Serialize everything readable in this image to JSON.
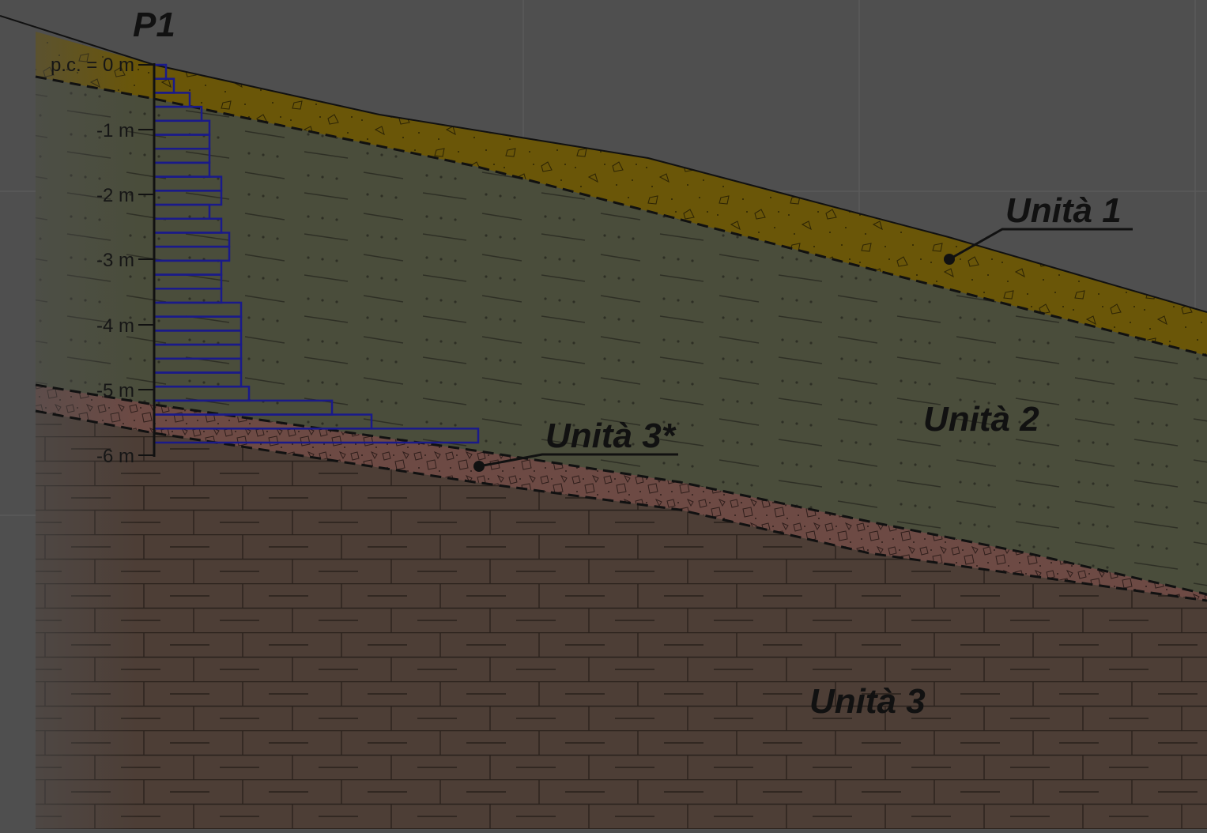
{
  "borehole": {
    "name": "P1",
    "depth_labels": [
      "p.c. = 0 m",
      "-1 m",
      "-2 m",
      "-3 m",
      "-4 m",
      "-5 m",
      "-6 m"
    ],
    "profile_widths": [
      0.15,
      0.25,
      0.45,
      0.6,
      0.7,
      0.7,
      0.7,
      0.7,
      0.85,
      0.85,
      0.7,
      0.85,
      0.95,
      0.95,
      0.85,
      0.85,
      0.85,
      1.1,
      1.1,
      1.1,
      1.1,
      1.1,
      1.1,
      1.2,
      2.25,
      2.75,
      4.1
    ],
    "profile_color": "#1a1a8a"
  },
  "units": {
    "unit1": "Unità 1",
    "unit2": "Unità 2",
    "unit3_star": "Unità 3*",
    "unit3": "Unità 3"
  },
  "colors": {
    "background": "#4f4f4f",
    "unit1": "#6a5608",
    "unit2": "#4a4d3b",
    "unit3_star": "#6d4a44",
    "unit3": "#4d3e36",
    "grid": "#5a5a5a"
  }
}
